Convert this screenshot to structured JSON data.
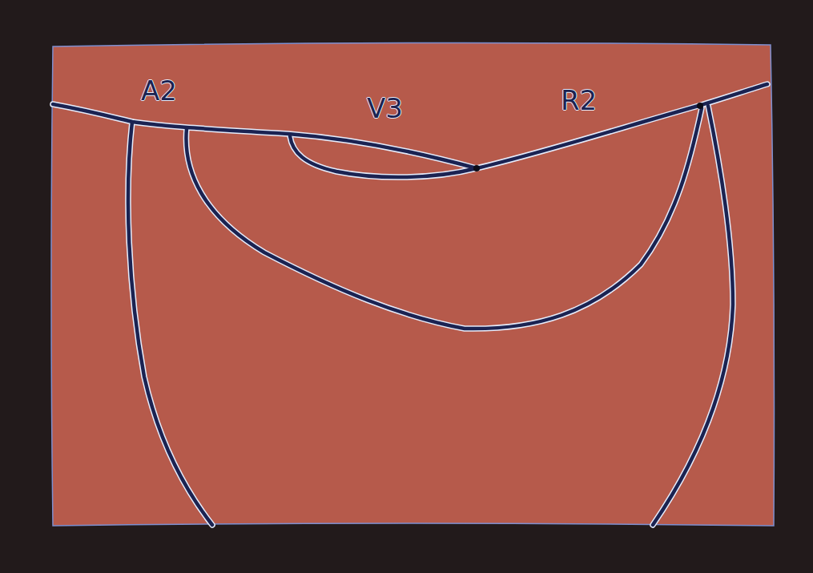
{
  "diagram": {
    "labels": [
      "A2",
      "V3",
      "R2"
    ]
  }
}
